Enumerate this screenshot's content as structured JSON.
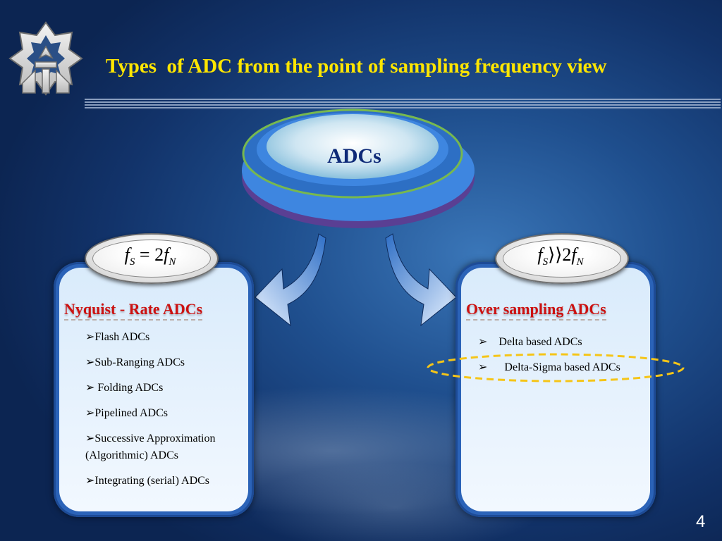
{
  "slide": {
    "title": "Types  of ADC from the point of sampling frequency view",
    "page_number": "4"
  },
  "center": {
    "label": "ADCs"
  },
  "left_panel": {
    "formula": {
      "lhs": "f",
      "lhs_sub": "S",
      "op": "=",
      "rhs_coef": "2",
      "rhs": "f",
      "rhs_sub": "N"
    },
    "heading": "Nyquist - Rate  ADCs",
    "items": [
      "➢Flash ADCs",
      "➢Sub-Ranging ADCs",
      "➢ Folding ADCs",
      "➢Pipelined ADCs",
      "➢Successive Approximation",
      "(Algorithmic) ADCs",
      "➢Integrating (serial) ADCs"
    ]
  },
  "right_panel": {
    "formula": {
      "lhs": "f",
      "lhs_sub": "S",
      "op": "⟩⟩",
      "rhs_coef": "2",
      "rhs": "f",
      "rhs_sub": "N"
    },
    "heading": "Over sampling  ADCs",
    "items": [
      "➢    Delta based ADCs",
      "➢      Delta-Sigma based ADCs"
    ]
  },
  "colors": {
    "title": "#ffe600",
    "heading": "#cc1111",
    "highlight_oval": "#f5c518"
  },
  "icons": [
    "university-logo-icon",
    "left-curved-arrow-icon",
    "right-curved-arrow-icon"
  ]
}
